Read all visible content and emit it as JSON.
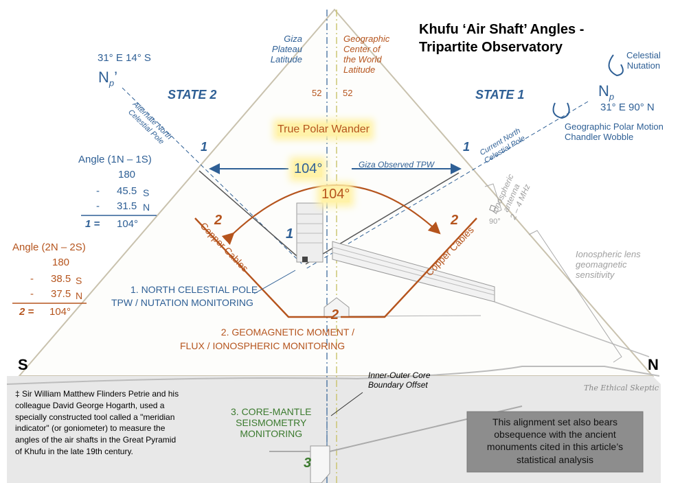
{
  "title": {
    "line1": "Khufu ‘Air Shaft’ Angles -",
    "line2": "Tripartite Observatory"
  },
  "latitudes": {
    "giza": {
      "l1": "Giza",
      "l2": "Plateau",
      "l3": "Latitude",
      "value": "52"
    },
    "geo": {
      "l1": "Geographic",
      "l2": "Center of",
      "l3": "the World",
      "l4": "Latitude",
      "value": "52"
    }
  },
  "left_pole": {
    "coords": "31° E  14° S",
    "symbol": "N",
    "sub": "p",
    "suffix": "’"
  },
  "right_pole": {
    "symbol": "N",
    "sub": "p",
    "coords": "31° E  90° N"
  },
  "celestial_nutation": {
    "l1": "Celestial",
    "l2": "Nutation"
  },
  "polar_motion": {
    "l1": "Geographic Polar Motion",
    "l2": "Chandler Wobble"
  },
  "states": {
    "s2": "STATE 2",
    "s1": "STATE 1"
  },
  "shaft_labels": {
    "alt": {
      "l1": "Alternate North",
      "l2": "Celestial Pole"
    },
    "cur": {
      "l1": "Current North",
      "l2": "Celestial Pole"
    }
  },
  "true_polar_wander": "True Polar Wander",
  "angle_blue": "104°",
  "angle_orange": "104°",
  "giza_tpw": "Giza Observed TPW",
  "numbers": {
    "n1": "1",
    "n2": "2",
    "n3": "3"
  },
  "calc1": {
    "title": "Angle (1N – 1S)",
    "v1": "180",
    "op1": "-",
    "v2": "45.5",
    "u2": "S",
    "op2": "-",
    "v3": "31.5",
    "u3": "N",
    "res_label": "1 =",
    "res": "104°"
  },
  "calc2": {
    "title": "Angle (2N – 2S)",
    "v1": "180",
    "op1": "-",
    "v2": "38.5",
    "u2": "S",
    "op2": "-",
    "v3": "37.5",
    "u3": "N",
    "res_label": "2 =",
    "res": "104°"
  },
  "copper": "Copper Cables",
  "ionosphere_antenna": {
    "l1": "Ionospheric",
    "l2": "antenna",
    "l3": "2 – 4 MHz"
  },
  "ninety": "90°",
  "ionosphere_lens": {
    "l1": "Ionospheric lens",
    "l2": "geomagnetic",
    "l3": "sensitivity"
  },
  "label1": {
    "l1": "1. NORTH CELESTIAL POLE",
    "l2": "TPW / NUTATION MONITORING"
  },
  "label2": {
    "l1": "2. GEOMAGNETIC MOMENT /",
    "l2": "FLUX / IONOSPHERIC MONITORING"
  },
  "label3": {
    "l1": "3. CORE-MANTLE",
    "l2": "SEISMOMETRY",
    "l3": "MONITORING"
  },
  "core_offset": {
    "l1": "Inner-Outer Core",
    "l2": "Boundary Offset"
  },
  "dir_s": "S",
  "dir_n": "N",
  "watermark": "The Ethical Skeptic",
  "note": {
    "l1": "‡ Sir William Matthew Flinders Petrie and his",
    "l2": "colleague David George Hogarth, used a",
    "l3": "specially constructed tool called a \"meridian",
    "l4": "indicator\" (or goniometer) to measure the",
    "l5": "angles of the air shafts in the Great Pyramid",
    "l6": "of Khufu in the late 19th century."
  },
  "gray_box": {
    "l1": "This alignment set also bears",
    "l2": "obsequence with the ancient",
    "l3": "monuments cited in this article’s",
    "l4": "statistical analysis"
  },
  "colors": {
    "blue": "#2e5f95",
    "orange": "#b5541d",
    "green": "#3b7a2e",
    "highlight": "#fff2a8"
  }
}
